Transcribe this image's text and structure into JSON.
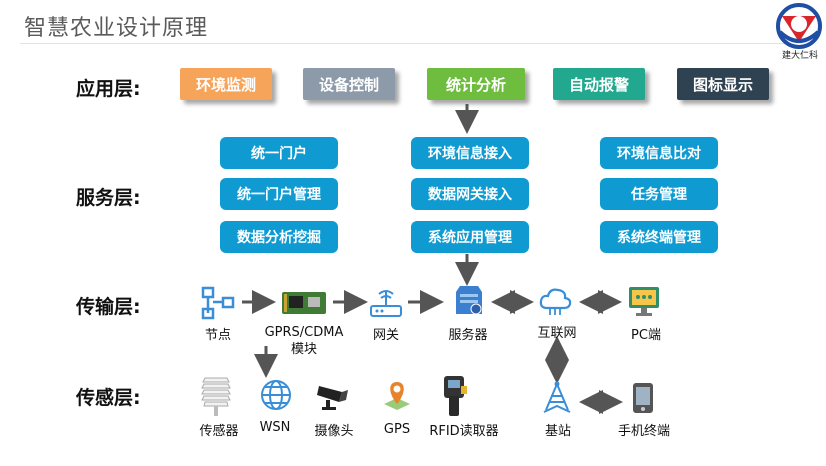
{
  "title": "智慧农业设计原理",
  "logo": {
    "text": "建大仁科"
  },
  "layers": {
    "application": "应用层:",
    "service": "服务层:",
    "transport": "传输层:",
    "sensing": "传感层:"
  },
  "applications": [
    {
      "label": "环境监测",
      "color": "#f5a45a"
    },
    {
      "label": "设备控制",
      "color": "#8c9aa9"
    },
    {
      "label": "统计分析",
      "color": "#6fbd3e"
    },
    {
      "label": "自动报警",
      "color": "#22a88f"
    },
    {
      "label": "图标显示",
      "color": "#2f4252"
    }
  ],
  "services": {
    "col1": [
      "统一门户",
      "统一门户管理",
      "数据分析挖掘"
    ],
    "col2": [
      "环境信息接入",
      "数据网关接入",
      "系统应用管理"
    ],
    "col3": [
      "环境信息比对",
      "任务管理",
      "系统终端管理"
    ]
  },
  "transport_nodes": {
    "node": "节点",
    "gprs": "GPRS/CDMA\n模块",
    "gateway": "网关",
    "server": "服务器",
    "internet": "互联网",
    "pc": "PC端"
  },
  "sensing_nodes": {
    "sensor": "传感器",
    "wsn": "WSN",
    "camera": "摄像头",
    "gps": "GPS",
    "rfid": "RFID读取器",
    "base_station": "基站",
    "mobile": "手机终端"
  },
  "colors": {
    "service_blue": "#0f9bd2",
    "arrow": "#555555",
    "icon_blue": "#3a8ed8"
  }
}
